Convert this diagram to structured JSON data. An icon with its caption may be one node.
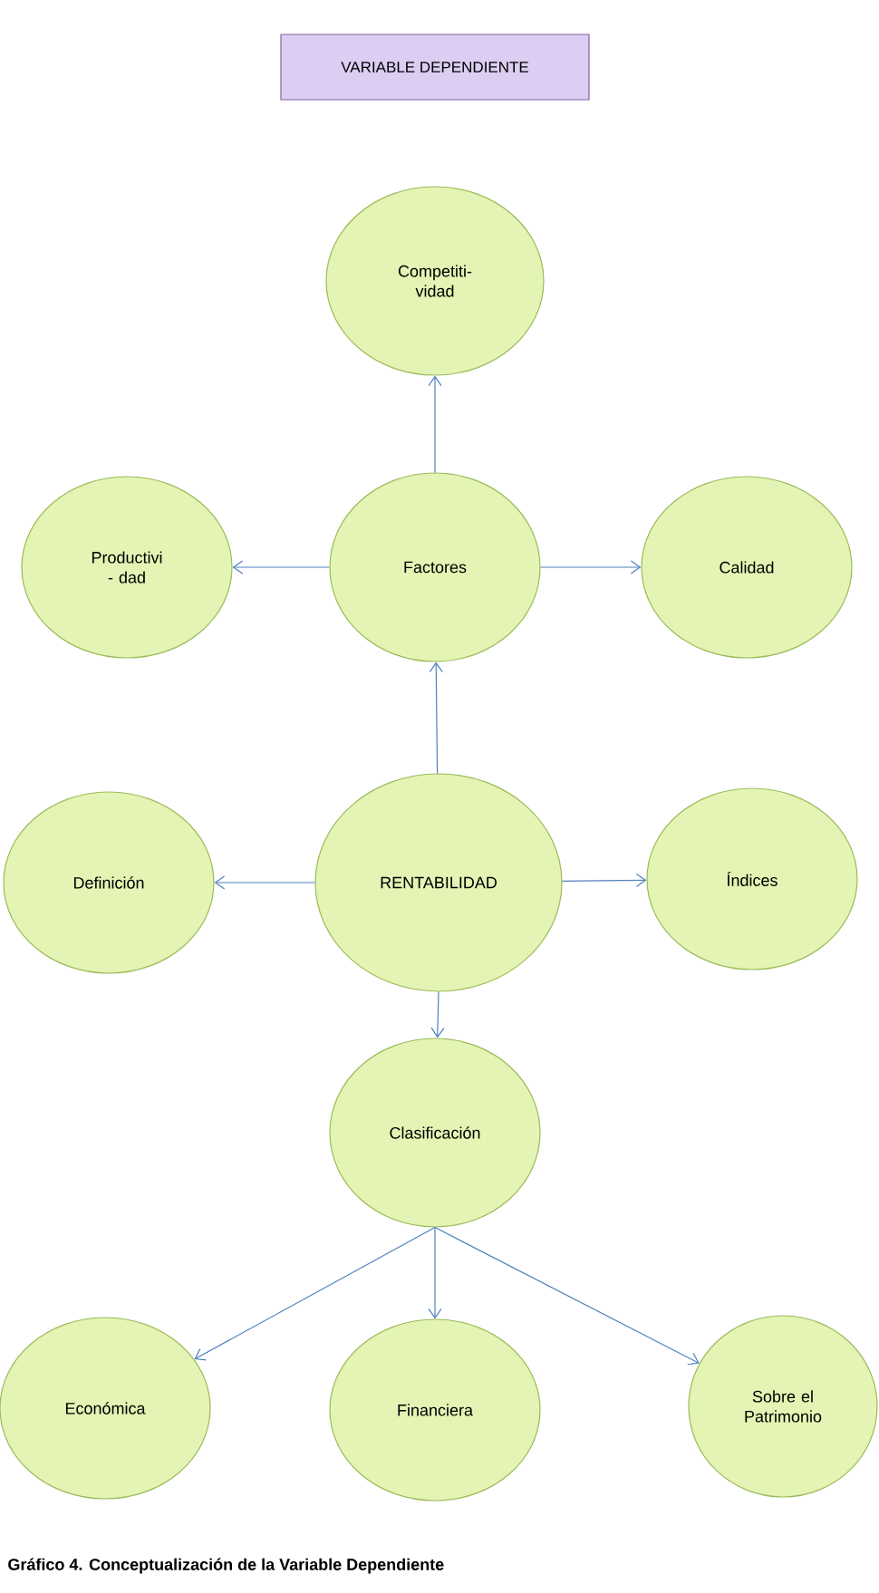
{
  "diagram": {
    "caption": "Gráfico 4. Conceptualización de la Variable Dependiente",
    "nodes": [
      {
        "text": [
          "VARIABLE DEPENDIENTE"
        ]
      },
      {
        "text": [
          "Competiti- vidad"
        ]
      },
      {
        "text": [
          "Productivi - dad"
        ]
      },
      {
        "text": [
          "Factores"
        ]
      },
      {
        "text": [
          "Calidad"
        ]
      },
      {
        "text": [
          "Definición"
        ]
      },
      {
        "text": [
          "RENTABILIDAD"
        ]
      },
      {
        "text": [
          "Índices"
        ]
      },
      {
        "text": [
          "Clasificación"
        ]
      },
      {
        "text": [
          "Económica"
        ]
      },
      {
        "text": [
          "Financiera"
        ]
      },
      {
        "text": [
          "Sobre el Patrimonio"
        ]
      }
    ],
    "edges": [
      {
        "from": 3,
        "to": 1,
        "arrow": "to"
      },
      {
        "from": 3,
        "to": 2,
        "arrow": "to"
      },
      {
        "from": 3,
        "to": 4,
        "arrow": "to"
      },
      {
        "from": 6,
        "to": 3,
        "arrow": "to"
      },
      {
        "from": 6,
        "to": 5,
        "arrow": "to"
      },
      {
        "from": 6,
        "to": 7,
        "arrow": "to"
      },
      {
        "from": 6,
        "to": 8,
        "arrow": "to"
      },
      {
        "from": 8,
        "to": 9,
        "arrow": "to"
      },
      {
        "from": 8,
        "to": 10,
        "arrow": "to"
      },
      {
        "from": 8,
        "to": 11,
        "arrow": "to"
      }
    ]
  }
}
